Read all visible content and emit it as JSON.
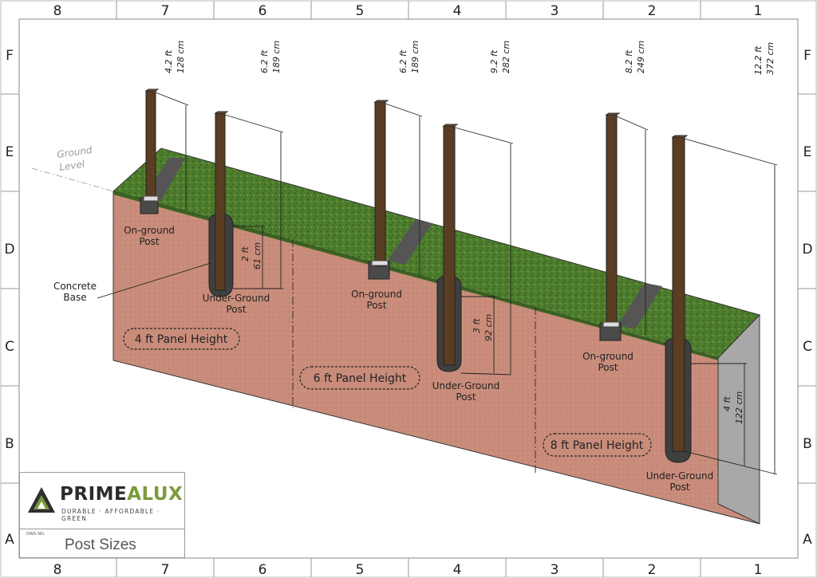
{
  "grid": {
    "columns": [
      "8",
      "7",
      "6",
      "5",
      "4",
      "3",
      "2",
      "1"
    ],
    "rows": [
      "F",
      "E",
      "D",
      "C",
      "B",
      "A"
    ]
  },
  "ground_label": [
    "Ground",
    "Level"
  ],
  "dimensions": {
    "d1": [
      "4.2 ft",
      "128 cm"
    ],
    "d2": [
      "6.2 ft",
      "189 cm"
    ],
    "d3": [
      "6.2 ft",
      "189 cm"
    ],
    "d4": [
      "9.2 ft",
      "282 cm"
    ],
    "d5": [
      "8.2 ft",
      "249 cm"
    ],
    "d6": [
      "12.2 ft",
      "372 cm"
    ],
    "burial_4": [
      "2 ft",
      "61 cm"
    ],
    "burial_6": [
      "3 ft",
      "92 cm"
    ],
    "burial_8": [
      "4 ft",
      "122 cm"
    ]
  },
  "notes": {
    "onground_1": [
      "On-ground",
      "Post"
    ],
    "underground_1": [
      "Under-Ground",
      "Post"
    ],
    "onground_2": [
      "On-ground",
      "Post"
    ],
    "underground_2": [
      "Under-Ground",
      "Post"
    ],
    "onground_3": [
      "On-ground",
      "Post"
    ],
    "underground_3": [
      "Under-Ground",
      "Post"
    ],
    "concrete": [
      "Concrete",
      "Base"
    ]
  },
  "panels": {
    "p4": "4 ft Panel Height",
    "p6": "6 ft Panel Height",
    "p8": "8 ft Panel Height"
  },
  "title_block": {
    "brand_prime": "PRIME",
    "brand_alux": "ALUX",
    "tagline": "DURABLE · AFFORDABLE · GREEN",
    "dwg_no_label": "DWG NO.",
    "title": "Post Sizes"
  },
  "colors": {
    "soil": "#c98c7a",
    "grass": "#4e7d2e",
    "post": "#5a3d22",
    "concrete": "#4a4a4a",
    "end_face": "#a8a8a8",
    "brand_accent": "#7b9a3a"
  }
}
